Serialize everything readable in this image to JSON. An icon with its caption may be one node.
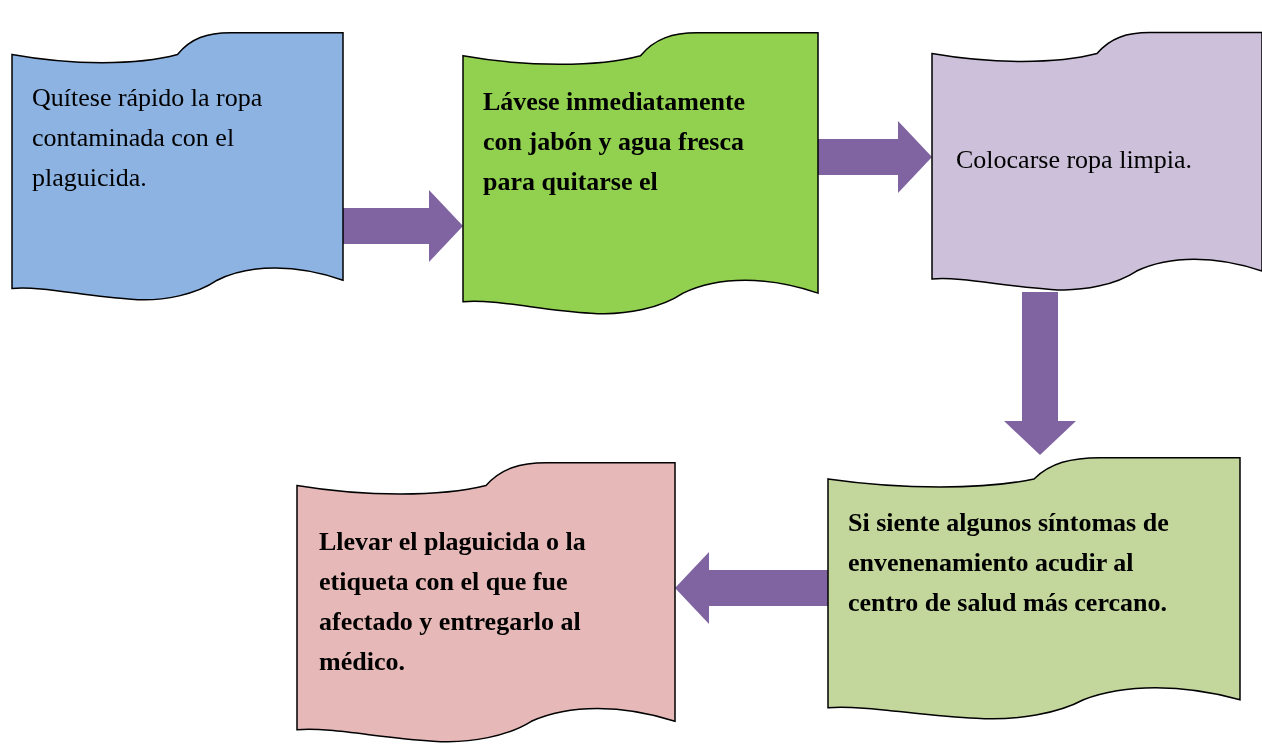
{
  "diagram": {
    "nodes": [
      {
        "text": [
          "Quítese rápido la ropa contaminada con el plaguicida."
        ]
      },
      {
        "text": [
          "Lávese inmediatamente con jabón y agua fresca para quitarse el"
        ]
      },
      {
        "text": [
          "Colocarse ropa limpia."
        ]
      },
      {
        "text": [
          "Si siente algunos síntomas de envenenamiento acudir al centro de salud más cercano."
        ]
      },
      {
        "text": [
          "Llevar el plaguicida  o la etiqueta con el que fue afectado y entregarlo al médico."
        ]
      }
    ],
    "edges": [
      {
        "from": 0,
        "to": 1,
        "arrow": "to"
      },
      {
        "from": 1,
        "to": 2,
        "arrow": "to"
      },
      {
        "from": 2,
        "to": 3,
        "arrow": "to"
      },
      {
        "from": 3,
        "to": 4,
        "arrow": "to"
      }
    ]
  }
}
